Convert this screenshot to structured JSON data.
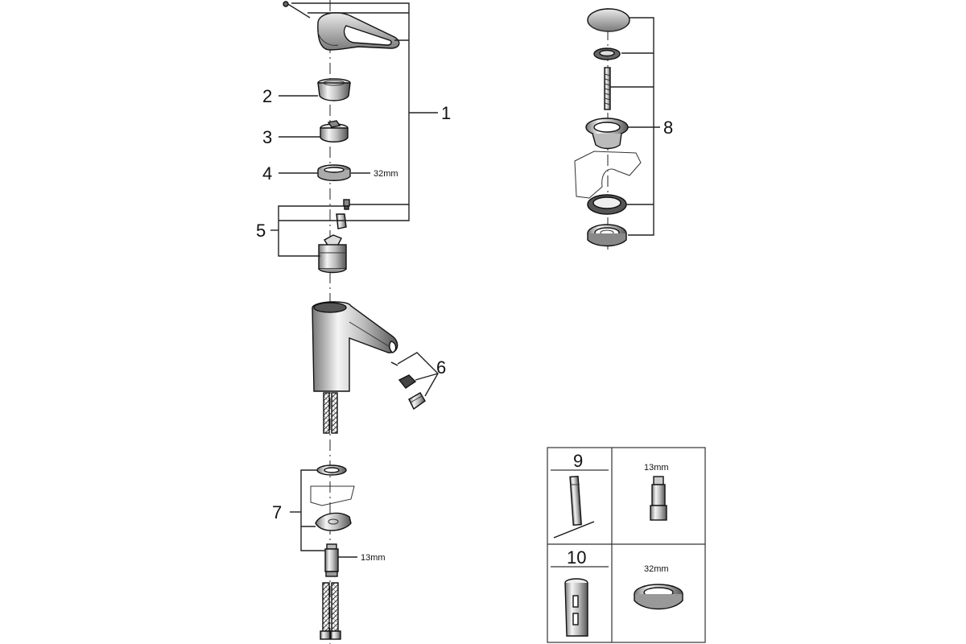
{
  "callouts": {
    "c1": "1",
    "c2": "2",
    "c3": "3",
    "c4": "4",
    "c5": "5",
    "c6": "6",
    "c7": "7",
    "c8": "8"
  },
  "dimensions": {
    "ring_32": "32mm",
    "nut_13": "13mm"
  },
  "tools_table": {
    "row1_number": "9",
    "row1_size": "13mm",
    "row2_number": "10",
    "row2_size": "32mm"
  }
}
